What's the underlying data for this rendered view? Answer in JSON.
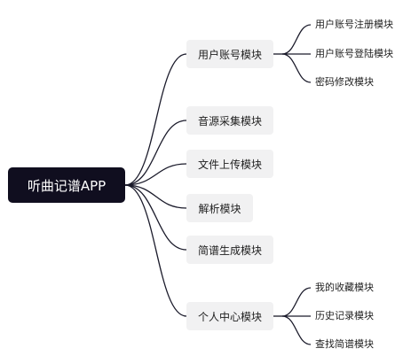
{
  "root": {
    "label": "听曲记谱APP"
  },
  "modules": [
    {
      "label": "用户账号模块",
      "children": [
        "用户账号注册模块",
        "用户账号登陆模块",
        "密码修改模块"
      ]
    },
    {
      "label": "音源采集模块"
    },
    {
      "label": "文件上传模块"
    },
    {
      "label": "解析模块"
    },
    {
      "label": "简谱生成模块"
    },
    {
      "label": "个人中心模块",
      "children": [
        "我的收藏模块",
        "历史记录模块",
        "查找简谱模块"
      ]
    }
  ],
  "colors": {
    "root_bg": "#100e1f",
    "node_bg": "#f1f1f2",
    "line": "#1a1a2a"
  }
}
